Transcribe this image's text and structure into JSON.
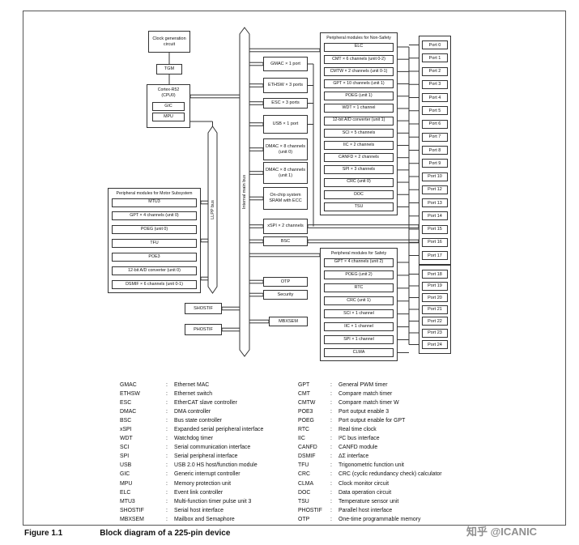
{
  "figure": {
    "label": "Figure 1.1",
    "caption": "Block diagram of a 225-pin device"
  },
  "watermark": "知乎 @ICANIC",
  "blocks": {
    "clock": "Clock generation circuit",
    "tgm": "TGM",
    "cpu": {
      "title": "Cortex-R52 (CPU0)",
      "inner": [
        "GIC",
        "MPU"
      ]
    },
    "llpp_bus": "LLPP bus",
    "main_bus": "Internal main bus",
    "shostif": "SHOSTIF",
    "phostif": "PHOSTIF"
  },
  "motor": {
    "title": "Peripheral modules for Motor Subsystem",
    "items": [
      "MTU3",
      "GPT × 4 channels (unit 0)",
      "POEG (unit 0)",
      "TFU",
      "POE3",
      "12-bit A/D converter (unit 0)",
      "DSMIF × 6 channels (unit 0-1)"
    ]
  },
  "mid": [
    "GMAC × 1 port",
    "ETHSW × 3 ports",
    "ESC × 3 ports",
    "USB × 1 port",
    "DMAC × 8 channels (unit 0)",
    "DMAC × 8 channels (unit 1)",
    "On-chip system SRAM with ECC",
    "xSPI × 2 channels",
    "BSC",
    "OTP",
    "Security",
    "MBXSEM"
  ],
  "non_safety": {
    "title": "Peripheral modules for Non-Safety",
    "items": [
      "ELC",
      "CMT × 6 channels (unit 0-2)",
      "CMTW × 2 channels (unit 0-1)",
      "GPT × 10 channels (unit 1)",
      "POEG (unit 1)",
      "WDT × 1 channel",
      "12-bit A/D converter (unit 1)",
      "SCI × 5 channels",
      "IIC × 2 channels",
      "CANFD × 2 channels",
      "SPI × 3 channels",
      "CRC (unit 0)",
      "DOC",
      "TSU"
    ]
  },
  "safety": {
    "title": "Peripheral modules for Safety",
    "items": [
      "GPT × 4 channels (unit 2)",
      "POEG (unit 2)",
      "RTC",
      "CRC (unit 1)",
      "SCI × 1 channel",
      "IIC × 1 channel",
      "SPI × 1 channel",
      "CLMA"
    ]
  },
  "ports": {
    "group1": [
      "Port 0",
      "Port 1",
      "Port 2",
      "Port 3",
      "Port 4",
      "Port 5",
      "Port 6",
      "Port 7",
      "Port 8",
      "Port 9",
      "Port 10",
      "Port 12",
      "Port 13",
      "Port 14",
      "Port 15",
      "Port 16",
      "Port 17"
    ],
    "group2": [
      "Port 18",
      "Port 19",
      "Port 20",
      "Port 21",
      "Port 22",
      "Port 23",
      "Port 24"
    ]
  },
  "legend": {
    "left": [
      [
        "GMAC",
        "Ethernet MAC"
      ],
      [
        "ETHSW",
        "Ethernet switch"
      ],
      [
        "ESC",
        "EtherCAT slave controller"
      ],
      [
        "DMAC",
        "DMA controller"
      ],
      [
        "BSC",
        "Bus state controller"
      ],
      [
        "xSPI",
        "Expanded serial peripheral interface"
      ],
      [
        "WDT",
        "Watchdog timer"
      ],
      [
        "SCI",
        "Serial communication interface"
      ],
      [
        "SPI",
        "Serial peripheral interface"
      ],
      [
        "USB",
        "USB 2.0 HS host/function module"
      ],
      [
        "GIC",
        "Generic interrupt controller"
      ],
      [
        "MPU",
        "Memory protection unit"
      ],
      [
        "ELC",
        "Event link controller"
      ],
      [
        "MTU3",
        "Multi-function timer pulse unit 3"
      ],
      [
        "SHOSTIF",
        "Serial host interface"
      ],
      [
        "MBXSEM",
        "Mailbox and Semaphore"
      ]
    ],
    "right": [
      [
        "GPT",
        "General PWM timer"
      ],
      [
        "CMT",
        "Compare match timer"
      ],
      [
        "CMTW",
        "Compare match timer W"
      ],
      [
        "POE3",
        "Port output enable 3"
      ],
      [
        "POEG",
        "Port output enable for GPT"
      ],
      [
        "RTC",
        "Real time clock"
      ],
      [
        "IIC",
        "I²C bus interface"
      ],
      [
        "CANFD",
        "CANFD module"
      ],
      [
        "DSMIF",
        "ΔΣ interface"
      ],
      [
        "TFU",
        "Trigonometric function unit"
      ],
      [
        "CRC",
        "CRC (cyclic redundancy check) calculator"
      ],
      [
        "CLMA",
        "Clock monitor circuit"
      ],
      [
        "DOC",
        "Data operation circuit"
      ],
      [
        "TSU",
        "Temperature sensor unit"
      ],
      [
        "PHOSTIF",
        "Parallel host interface"
      ],
      [
        "OTP",
        "One-time programmable memory"
      ]
    ]
  }
}
